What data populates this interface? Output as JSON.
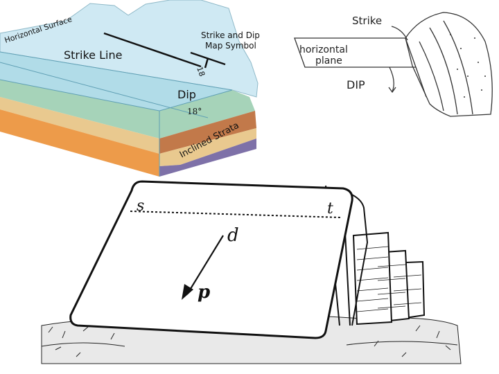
{
  "block_diagram": {
    "horizontal_surface": "Horizontal Surface",
    "strike_line": "Strike Line",
    "symbol_title_line1": "Strike and Dip",
    "symbol_title_line2": "Map Symbol",
    "symbol_value": "18",
    "dip": "Dip",
    "dip_angle": "18°",
    "inclined_strata": "Inclined Strata",
    "colors": {
      "water": "#a9d8e6",
      "sky_top": "#cfe9f3",
      "layer_green": "#a6d3b9",
      "layer_tan": "#e9c98f",
      "layer_orange": "#ed9b4a",
      "layer_brown": "#c2794a",
      "layer_purple": "#7e71a8"
    }
  },
  "hand_sketch": {
    "strike": "Strike",
    "horizontal_line1": "horizontal",
    "horizontal_line2": "plane",
    "dip": "DIP"
  },
  "engraving": {
    "s": "s",
    "t": "t",
    "d": "d",
    "p": "p"
  }
}
